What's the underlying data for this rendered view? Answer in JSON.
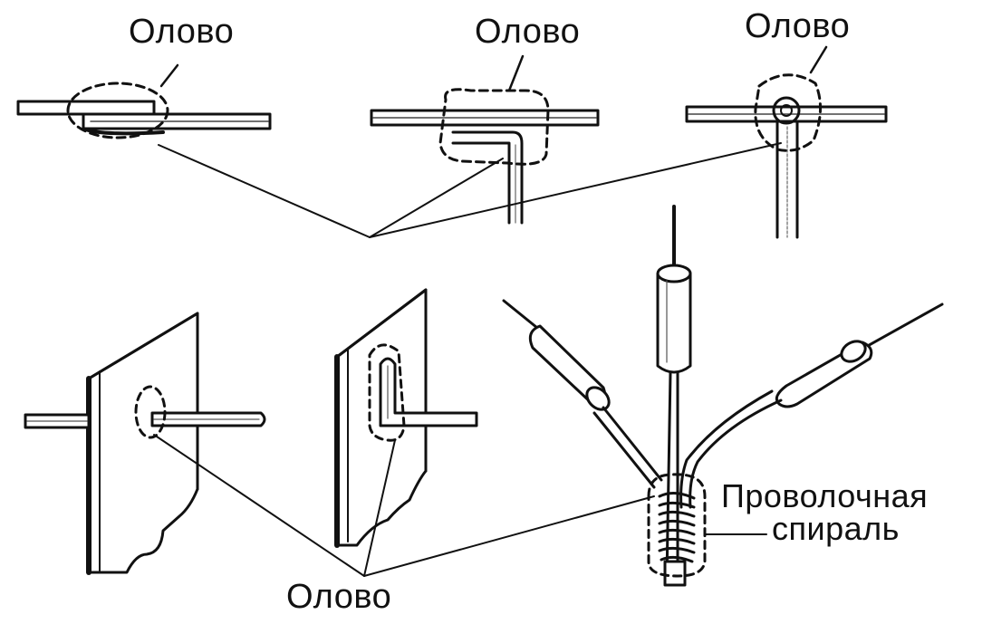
{
  "labels": {
    "tin_top_left": "Олово",
    "tin_top_middle": "Олово",
    "tin_top_right": "Олово",
    "tin_bottom": "Олово",
    "wire_spiral_line1": "Проволочная",
    "wire_spiral_line2": "спираль"
  },
  "colors": {
    "ink": "#111111",
    "paper": "#ffffff",
    "board": "#ffffff"
  }
}
